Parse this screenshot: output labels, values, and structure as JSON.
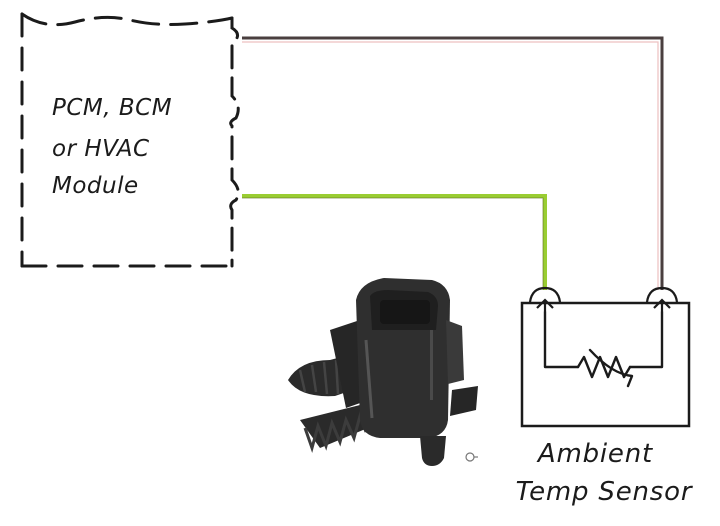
{
  "module": {
    "label_lines": [
      "PCM, BCM",
      "or HVAC",
      "Module"
    ]
  },
  "sensor": {
    "label_lines": [
      "Ambient",
      "Temp Sensor"
    ]
  },
  "wires": {
    "signal_color": "#9acd32",
    "ground_color": "#4a3f3f",
    "ground_highlight": "#e8b0b0"
  },
  "colors": {
    "ink": "#1b1b1b",
    "sensor_body": "#2b2b2b",
    "sensor_highlight": "#555555"
  },
  "icons": {
    "resistor": "thermistor-symbol",
    "terminal": "connector-terminal-icon",
    "photo": "sensor-photo"
  }
}
